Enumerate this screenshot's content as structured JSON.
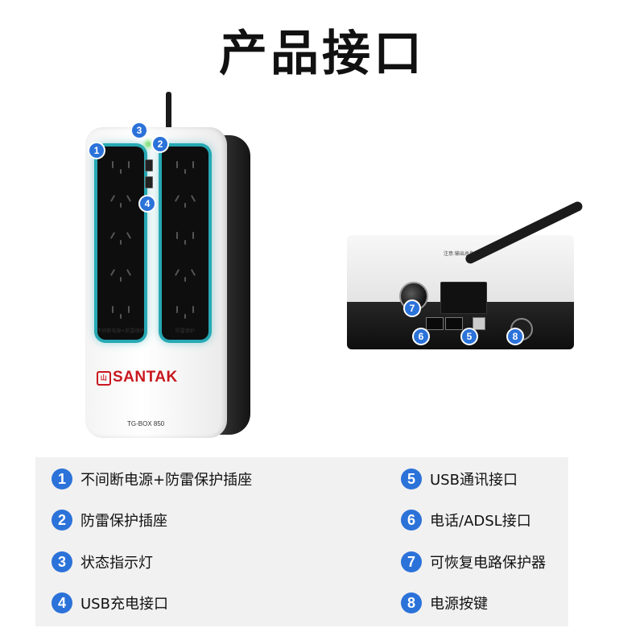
{
  "title": "产品接口",
  "device": {
    "brand": "SANTAK",
    "model": "TG-BOX 850",
    "left_strip_label": "不间断电源+防雷保护",
    "right_strip_label": "防雷保护",
    "rear_note": "注意:输出总负载10A"
  },
  "callouts": [
    "1",
    "2",
    "3",
    "4",
    "5",
    "6",
    "7",
    "8"
  ],
  "legend": [
    {
      "num": "1",
      "label": "不间断电源+防雷保护插座"
    },
    {
      "num": "2",
      "label": "防雷保护插座"
    },
    {
      "num": "3",
      "label": "状态指示灯"
    },
    {
      "num": "4",
      "label": "USB充电接口"
    },
    {
      "num": "5",
      "label": "USB通讯接口"
    },
    {
      "num": "6",
      "label": "电话/ADSL接口"
    },
    {
      "num": "7",
      "label": "可恢复电路保护器"
    },
    {
      "num": "8",
      "label": "电源按键"
    }
  ],
  "colors": {
    "badge": "#2b72d9",
    "glow": "#26a9b4",
    "brand": "#c8171e"
  }
}
